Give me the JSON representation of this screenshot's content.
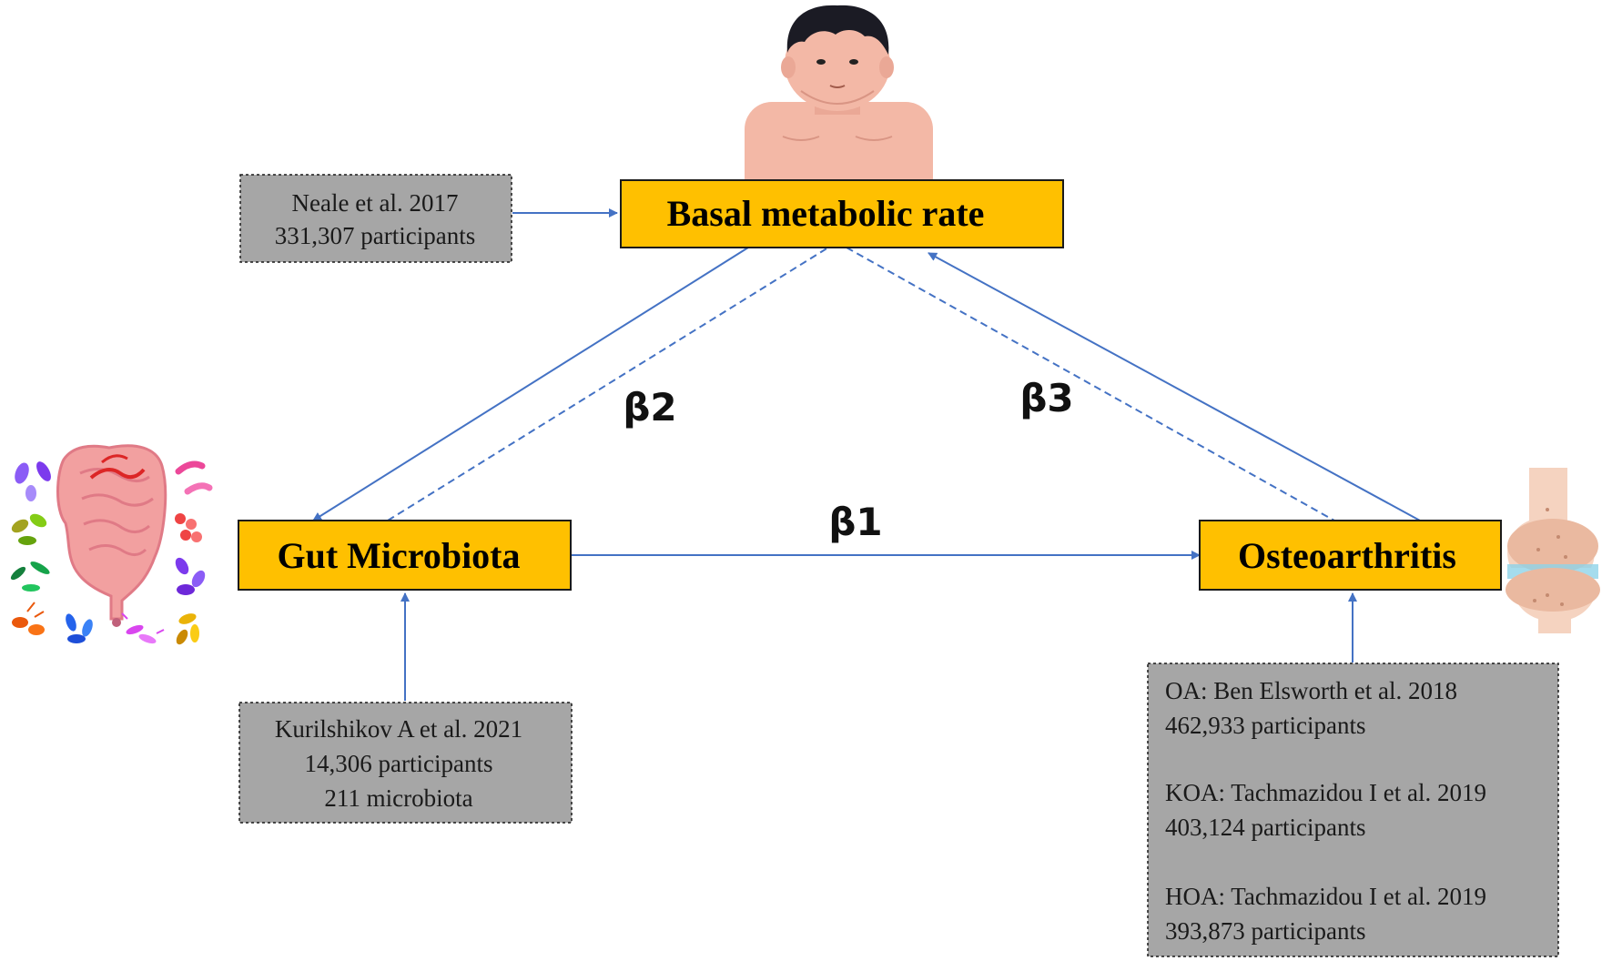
{
  "colors": {
    "node_fill": "#FFC000",
    "node_border": "#1a1a1a",
    "source_fill": "#a6a6a6",
    "arrow": "#4472C4",
    "skin": "#f3b8a6",
    "hair": "#1b1b24"
  },
  "nodes": {
    "bmr": "Basal metabolic rate",
    "gut": "Gut Microbiota",
    "oa": "Osteoarthritis"
  },
  "sources": {
    "bmr": [
      "Neale et al. 2017",
      "331,307 participants"
    ],
    "gut": [
      "Kurilshikov A et al. 2021",
      "14,306 participants",
      "211 microbiota"
    ],
    "oa": [
      "OA: Ben Elsworth et al. 2018",
      "462,933 participants",
      "KOA: Tachmazidou I et al. 2019",
      "403,124 participants",
      "HOA: Tachmazidou I et al. 2019",
      "393,873 participants"
    ]
  },
  "betas": {
    "b1": "β1",
    "b2": "β2",
    "b3": "β3"
  },
  "icons": {
    "person": "obese-person-icon",
    "gut": "intestine-bacteria-icon",
    "joint": "knee-joint-icon"
  }
}
